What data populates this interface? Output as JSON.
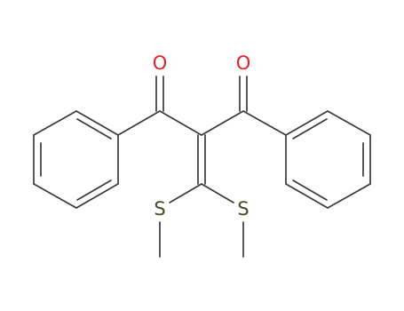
{
  "colors": {
    "bond": "#3a3a3a",
    "oxygen": "#e0242a",
    "sulfur": "#4a4a2a",
    "background": "#ffffff"
  },
  "atoms": {
    "o_left": "O",
    "o_right": "O",
    "s_left": "S",
    "s_right": "S"
  }
}
